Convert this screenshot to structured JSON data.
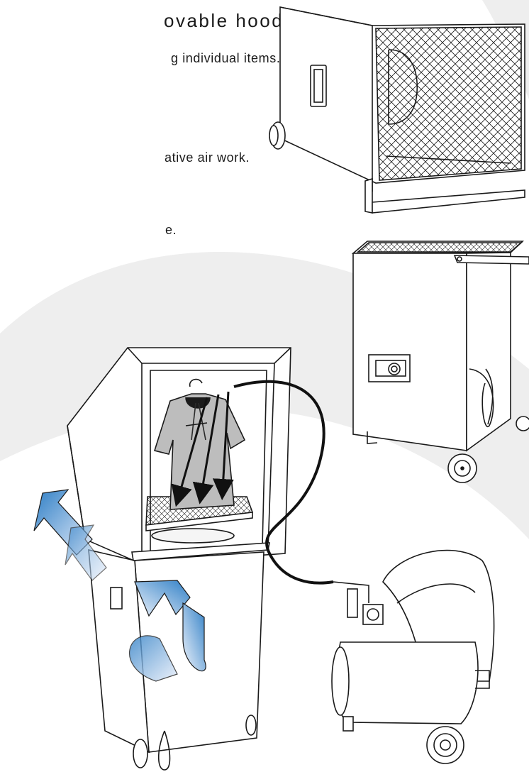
{
  "heading": {
    "title": "ovable hood"
  },
  "body": {
    "line1": "g individual items.",
    "line2": "ative air work.",
    "line3": "e."
  },
  "colors": {
    "swoosh": "#eeeeee",
    "outline": "#1a1a1a",
    "arrow_blue": "#3a84c9",
    "arrow_light": "#dfe9f7",
    "shirt": "#bdbdbd"
  },
  "icons": [
    "air-scrubber-unit",
    "dehumidifier-unit",
    "cleaning-booth",
    "air-compressor",
    "air-flow-arrow"
  ]
}
